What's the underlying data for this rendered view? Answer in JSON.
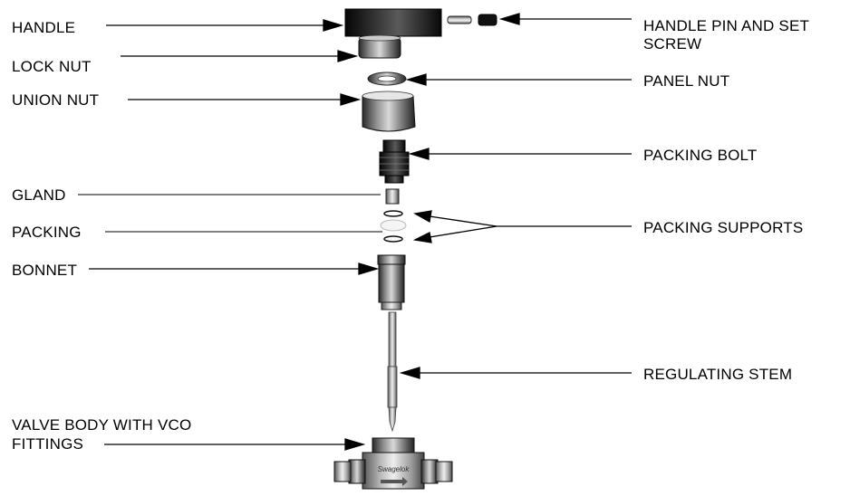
{
  "labels": {
    "handle": "HANDLE",
    "lock_nut": "LOCK NUT",
    "union_nut": "UNION NUT",
    "gland": "GLAND",
    "packing": "PACKING",
    "bonnet": "BONNET",
    "valve_body_line1": "VALVE BODY WITH VCO",
    "valve_body_line2": "FITTINGS",
    "handle_pin_line1": "HANDLE PIN AND SET",
    "handle_pin_line2": "SCREW",
    "panel_nut": "PANEL NUT",
    "packing_bolt": "PACKING BOLT",
    "packing_supports": "PACKING SUPPORTS",
    "regulating_stem": "REGULATING STEM"
  },
  "body_marking": "Swagelok"
}
